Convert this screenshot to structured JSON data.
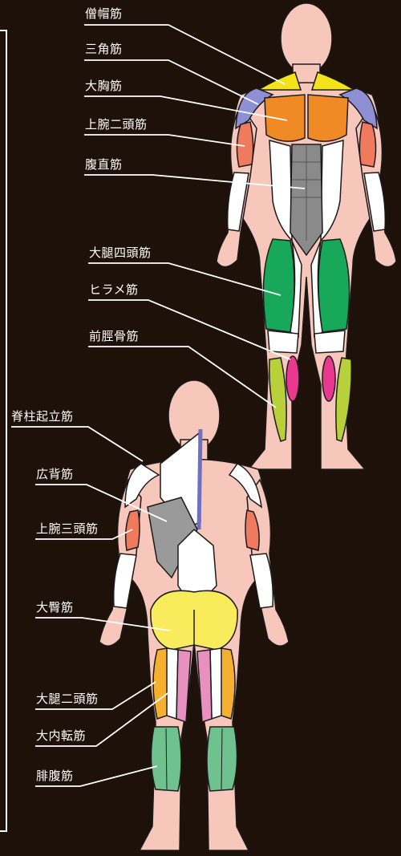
{
  "front_labels": [
    {
      "id": "trapezius",
      "text": "僧帽筋",
      "color": "#f5e21a"
    },
    {
      "id": "deltoid",
      "text": "三角筋",
      "color": "#8f8fd6"
    },
    {
      "id": "pectoralis-major",
      "text": "大胸筋",
      "color": "#f08a25"
    },
    {
      "id": "biceps",
      "text": "上腕二頭筋",
      "color": "#f07a5e"
    },
    {
      "id": "rectus-abdominis",
      "text": "腹直筋",
      "color": "#8a8a8a"
    },
    {
      "id": "quadriceps",
      "text": "大腿四頭筋",
      "color": "#17a85a"
    },
    {
      "id": "soleus",
      "text": "ヒラメ筋",
      "color": "#e8388f"
    },
    {
      "id": "tibialis-anterior",
      "text": "前脛骨筋",
      "color": "#b8d03a"
    }
  ],
  "back_labels": [
    {
      "id": "erector-spinae",
      "text": "脊柱起立筋",
      "color": "#7070c0"
    },
    {
      "id": "latissimus-dorsi",
      "text": "広背筋",
      "color": "#9a9a9a"
    },
    {
      "id": "triceps",
      "text": "上腕三頭筋",
      "color": "#f07a5e"
    },
    {
      "id": "gluteus-maximus",
      "text": "大臀筋",
      "color": "#f8ec5c"
    },
    {
      "id": "biceps-femoris",
      "text": "大腿二頭筋",
      "color": "#f5b030"
    },
    {
      "id": "adductor-magnus",
      "text": "大内転筋",
      "color": "#e890c0"
    },
    {
      "id": "gastrocnemius",
      "text": "腓腹筋",
      "color": "#6fc28e"
    }
  ],
  "colors": {
    "background": "#1e1109",
    "skin": "#f8c7bb",
    "outline": "#1a1a1a",
    "leader_line": "#ffffff",
    "tendon": "#ffffff"
  }
}
